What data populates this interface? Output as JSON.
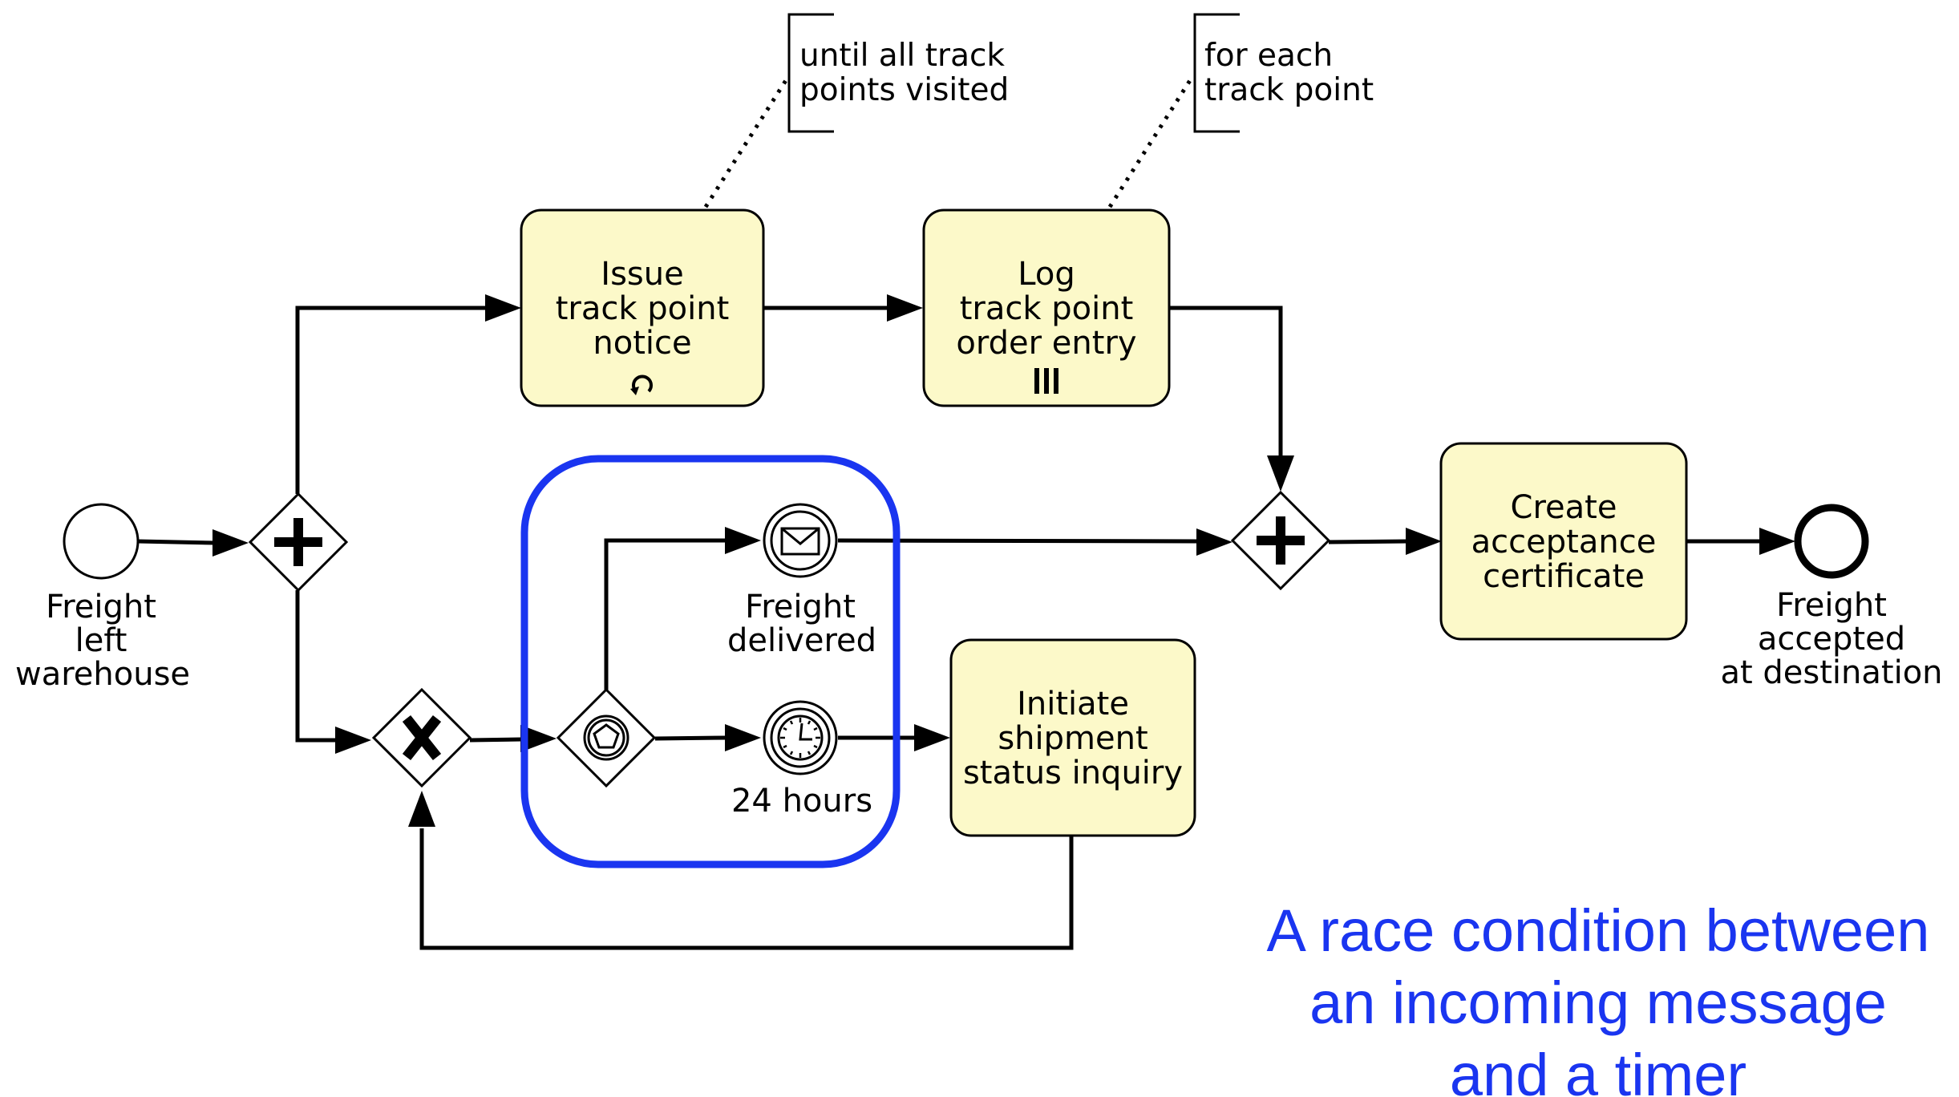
{
  "start_event": {
    "label": [
      "Freight",
      "left",
      "warehouse"
    ]
  },
  "end_event": {
    "label": [
      "Freight",
      "accepted",
      "at destination"
    ]
  },
  "tasks": {
    "issue": {
      "label": [
        "Issue",
        "track point",
        "notice"
      ],
      "marker": "loop-marker"
    },
    "log": {
      "label": [
        "Log",
        "track point",
        "order entry"
      ],
      "marker": "multi-instance-parallel-marker"
    },
    "create": {
      "label": [
        "Create",
        "acceptance",
        "certificate"
      ]
    },
    "initiate": {
      "label": [
        "Initiate",
        "shipment",
        "status inquiry"
      ]
    }
  },
  "intermediate_events": {
    "message": {
      "label": [
        "Freight",
        "delivered"
      ],
      "icon": "envelope-icon"
    },
    "timer": {
      "label": [
        "24 hours"
      ],
      "icon": "clock-icon"
    }
  },
  "gateways": {
    "split": {
      "type": "parallel",
      "icon": "plus-icon"
    },
    "join": {
      "type": "parallel",
      "icon": "plus-icon"
    },
    "merge": {
      "type": "exclusive",
      "icon": "x-icon"
    },
    "event_based": {
      "type": "event-based",
      "icon": "pentagon-icon"
    }
  },
  "annotations": {
    "loop": {
      "text": [
        "until all track",
        "points visited"
      ]
    },
    "each": {
      "text": [
        "for each",
        "track point"
      ]
    }
  },
  "highlight": {
    "color": "#1a35f0"
  },
  "caption": {
    "lines": [
      "A race condition between",
      "an incoming message",
      "and a timer"
    ]
  },
  "colors": {
    "task_fill": "#fcf9c9",
    "caption": "#1a35f0"
  }
}
